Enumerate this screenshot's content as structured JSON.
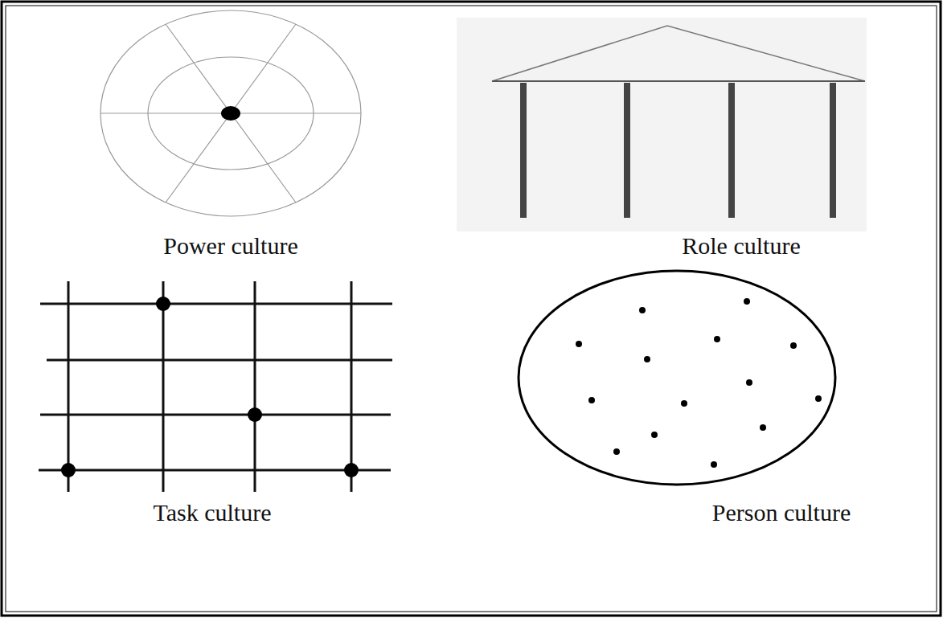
{
  "diagram": {
    "labels": [
      "Power culture",
      "Role culture",
      "Task culture",
      "Person culture"
    ]
  }
}
